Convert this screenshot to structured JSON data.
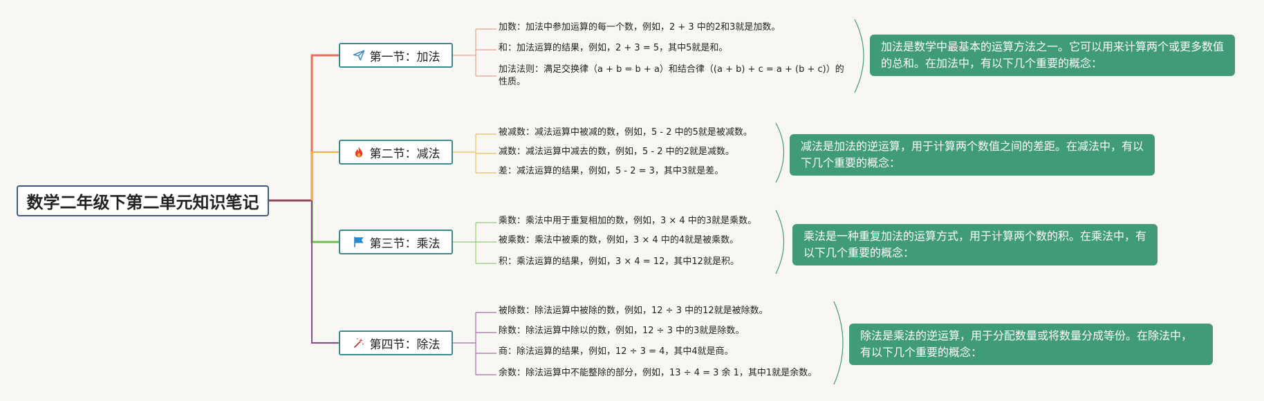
{
  "root": {
    "title": "数学二年级下第二单元知识笔记"
  },
  "sections": [
    {
      "title": "第一节：加法",
      "icon": "paper-plane-icon",
      "color": "#e8705a",
      "items": [
        "加数：加法中参加运算的每一个数，例如，2 + 3 中的2和3就是加数。",
        "和：加法运算的结果，例如，2 + 3 = 5，其中5就是和。",
        "加法法则：满足交换律（a + b = b + a）和结合律（(a + b) + c = a + (b + c)）的性质。"
      ],
      "summary": "加法是数学中最基本的运算方法之一。它可以用来计算两个或更多数值的总和。在加法中，有以下几个重要的概念："
    },
    {
      "title": "第二节：减法",
      "icon": "fire-icon",
      "color": "#f0b040",
      "items": [
        "被减数：减法运算中被减的数，例如，5 - 2 中的5就是被减数。",
        "减数：减法运算中减去的数，例如，5 - 2 中的2就是减数。",
        "差：减法运算的结果，例如，5 - 2 = 3，其中3就是差。"
      ],
      "summary": "减法是加法的逆运算，用于计算两个数值之间的差距。在减法中，有以下几个重要的概念："
    },
    {
      "title": "第三节：乘法",
      "icon": "flag-icon",
      "color": "#6cc04a",
      "items": [
        "乘数：乘法中用于重复相加的数，例如，3 × 4 中的3就是乘数。",
        "被乘数：乘法中被乘的数，例如，3 × 4 中的4就是被乘数。",
        "积：乘法运算的结果，例如，3 × 4 = 12，其中12就是积。"
      ],
      "summary": "乘法是一种重复加法的运算方式，用于计算两个数的积。在乘法中，有以下几个重要的概念："
    },
    {
      "title": "第四节：除法",
      "icon": "magic-wand-icon",
      "color": "#8a4a8a",
      "items": [
        "被除数：除法运算中被除的数，例如，12 ÷ 3 中的12就是被除数。",
        "除数：除法运算中除以的数，例如，12 ÷ 3 中的3就是除数。",
        "商：除法运算的结果，例如，12 ÷ 3 = 4，其中4就是商。",
        "余数：除法运算中不能整除的部分，例如，13 ÷ 4 = 3 余 1，其中1就是余数。"
      ],
      "summary": "除法是乘法的逆运算，用于分配数量或将数量分成等份。在除法中，有以下几个重要的概念："
    }
  ],
  "colors": {
    "node_border": "#3a8a8a",
    "summary_bg": "#3f9b78",
    "root_border": "#3d5a80"
  }
}
